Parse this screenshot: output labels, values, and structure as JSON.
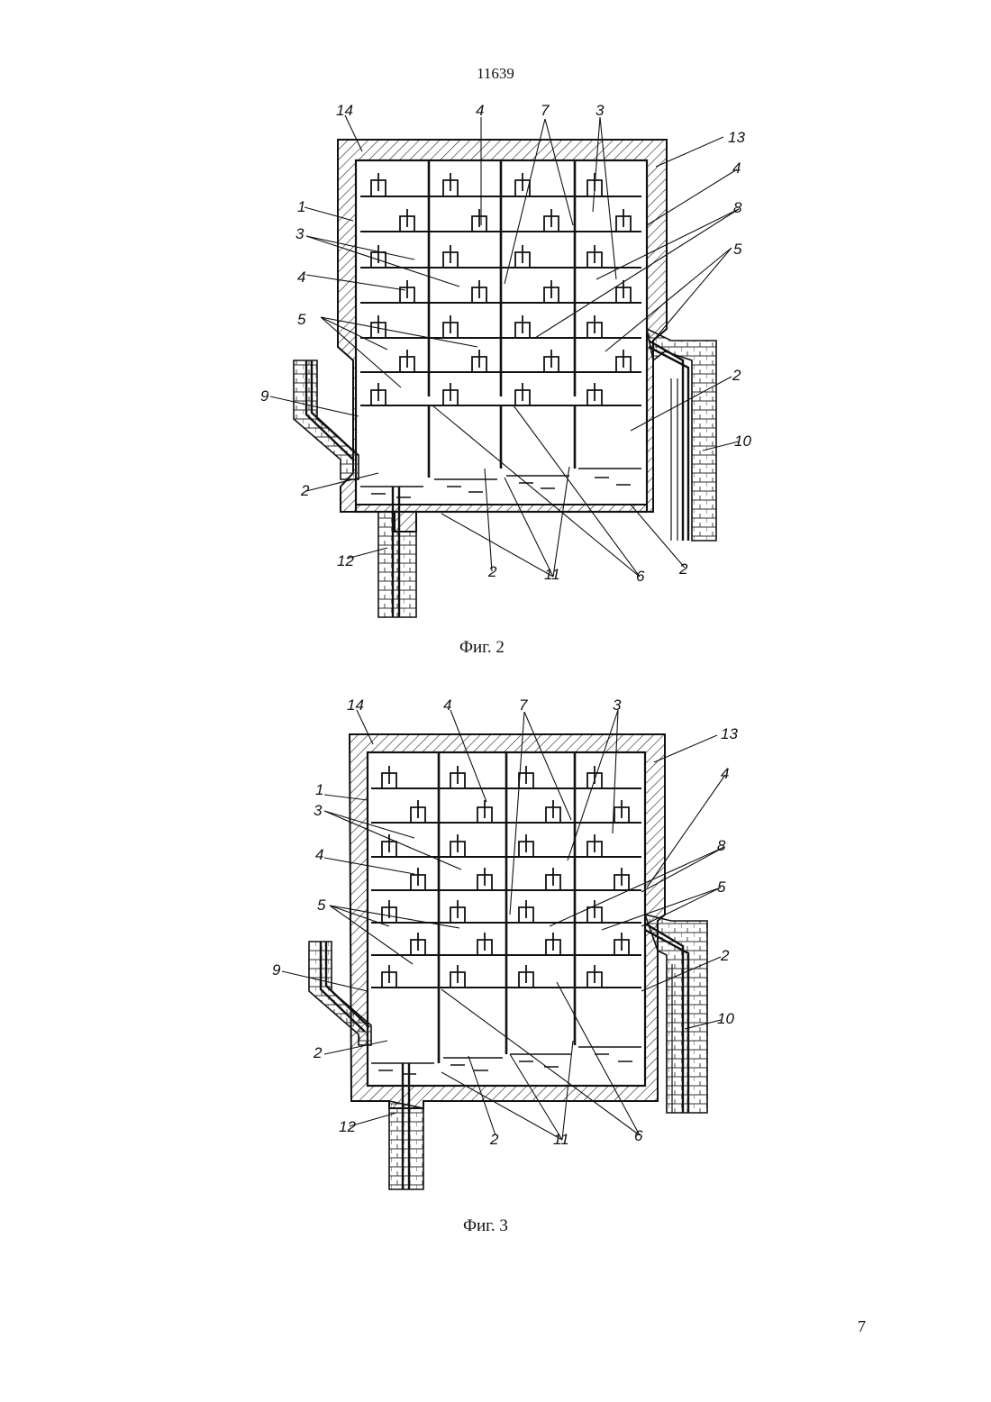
{
  "page": {
    "doc_number": "11639",
    "page_number": "7"
  },
  "figures": [
    {
      "id": "fig2",
      "caption": "Фиг. 2",
      "labels": [
        "14",
        "4",
        "7",
        "3",
        "13",
        "4",
        "8",
        "5",
        "1",
        "3",
        "4",
        "5",
        "9",
        "2",
        "2",
        "10",
        "2",
        "12",
        "2",
        "11",
        "6",
        "2"
      ]
    },
    {
      "id": "fig3",
      "caption": "Фиг. 3",
      "labels": [
        "14",
        "4",
        "7",
        "3",
        "13",
        "4",
        "8",
        "5",
        "1",
        "3",
        "4",
        "5",
        "9",
        "2",
        "2",
        "10",
        "2",
        "12",
        "2",
        "11",
        "6"
      ]
    }
  ]
}
